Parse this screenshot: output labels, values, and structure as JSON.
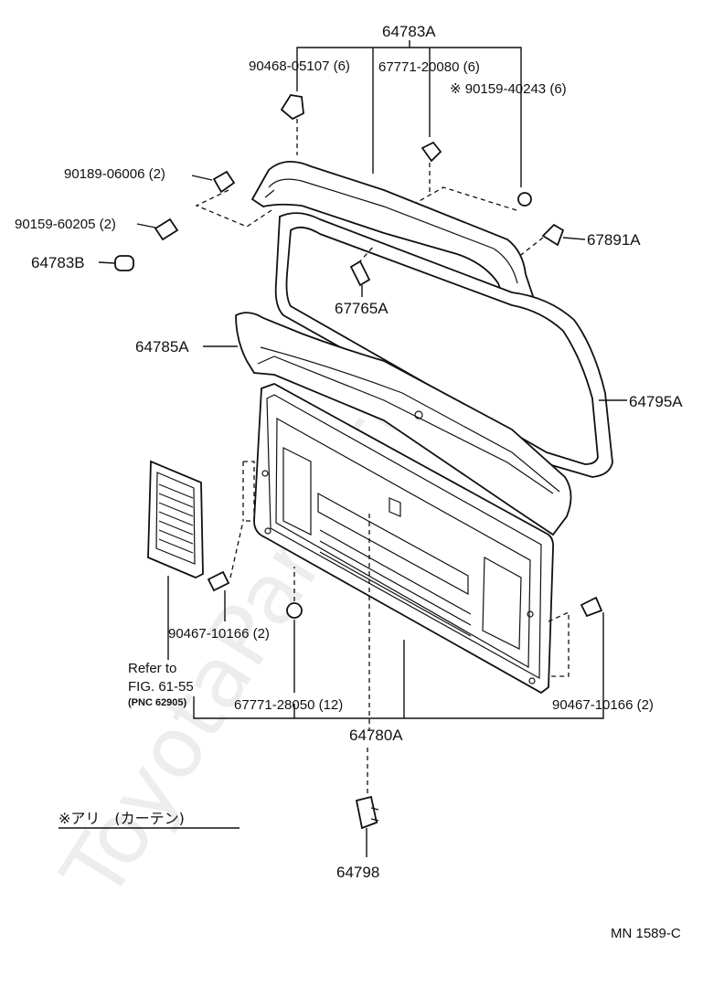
{
  "diagram": {
    "watermark": "ToyotaParts.ru",
    "note_label": "※アリ　(カーテン)",
    "figure_code": "MN  1589-C",
    "refer": {
      "line1": "Refer to",
      "line2": "FIG. 61-55",
      "line3": "(PNC 62905)"
    },
    "labels": {
      "p64783A": "64783A",
      "p90468": "90468-05107 (6)",
      "p67771a": "67771-20080 (6)",
      "p90159a": "※ 90159-40243 (6)",
      "p90189": "90189-06006 (2)",
      "p90159b": "90159-60205 (2)",
      "p64783B": "64783B",
      "p67891A": "67891A",
      "p67765A": "67765A",
      "p64785A": "64785A",
      "p64795A": "64795A",
      "p90467a": "90467-10166 (2)",
      "p67771b": "67771-28050 (12)",
      "p90467b": "90467-10166 (2)",
      "p64780A": "64780A",
      "p64798": "64798"
    }
  }
}
